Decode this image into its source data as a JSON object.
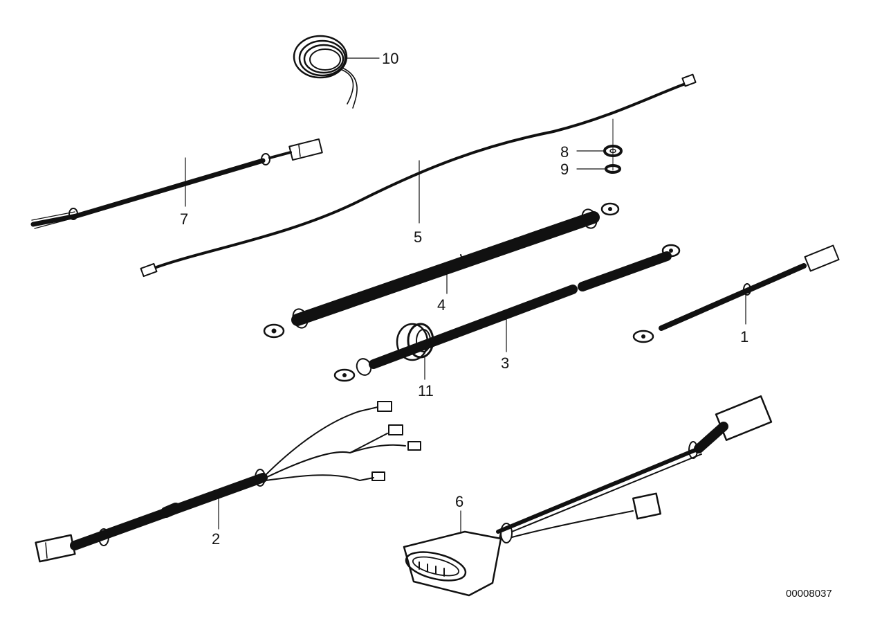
{
  "callouts": {
    "c1": "1",
    "c2": "2",
    "c3": "3",
    "c4": "4",
    "c5": "5",
    "c6": "6",
    "c7": "7",
    "c8": "8",
    "c9": "9",
    "c10": "10",
    "c11": "11"
  },
  "drawing_number": "00008037"
}
